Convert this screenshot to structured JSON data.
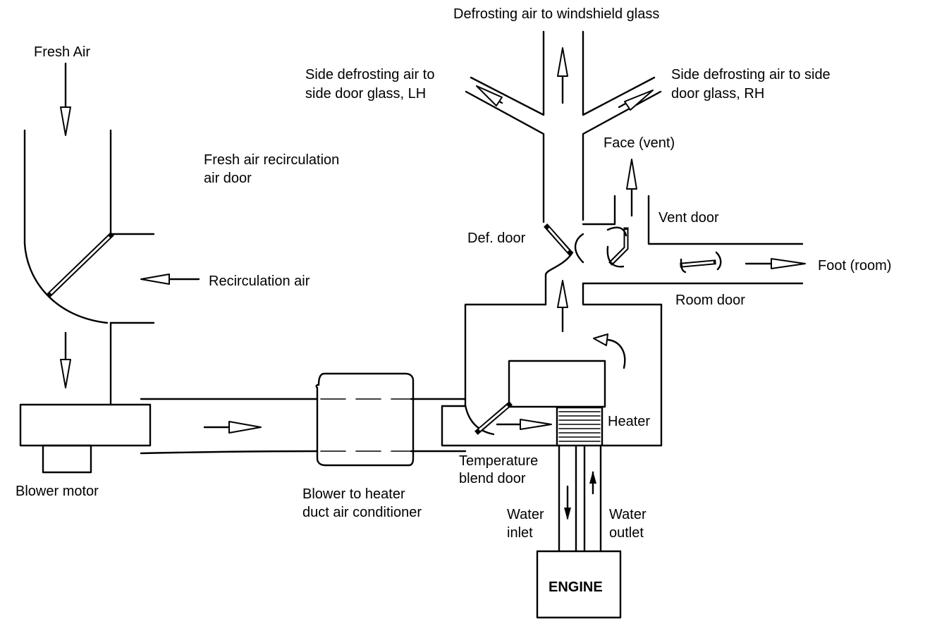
{
  "labels": {
    "fresh_air": "Fresh Air",
    "defrost_windshield": "Defrosting air to windshield glass",
    "side_defrost_lh_1": "Side defrosting air to",
    "side_defrost_lh_2": "side door glass, LH",
    "side_defrost_rh_1": "Side defrosting air to side",
    "side_defrost_rh_2": "door glass, RH",
    "fresh_recirc_door_1": "Fresh air recirculation",
    "fresh_recirc_door_2": "air door",
    "recirculation_air": "Recirculation air",
    "face_vent": "Face (vent)",
    "vent_door": "Vent door",
    "def_door": "Def. door",
    "foot_room": "Foot (room)",
    "room_door": "Room door",
    "blower_motor": "Blower motor",
    "blower_duct_1": "Blower to heater",
    "blower_duct_2": "duct air conditioner",
    "heater": "Heater",
    "temp_blend_1": "Temperature",
    "temp_blend_2": "blend door",
    "water_inlet_1": "Water",
    "water_inlet_2": "inlet",
    "water_outlet_1": "Water",
    "water_outlet_2": "outlet",
    "engine": "ENGINE"
  }
}
